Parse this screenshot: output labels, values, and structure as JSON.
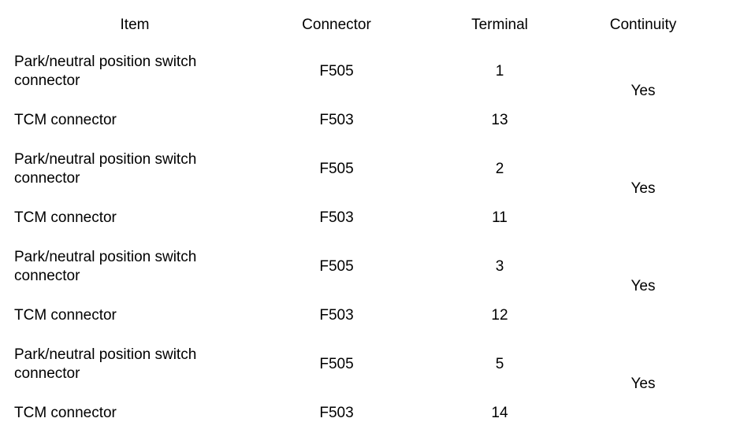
{
  "table": {
    "columns": [
      {
        "key": "item",
        "label": "Item"
      },
      {
        "key": "connector",
        "label": "Connector"
      },
      {
        "key": "terminal",
        "label": "Terminal"
      },
      {
        "key": "continuity",
        "label": "Continuity"
      }
    ],
    "groups": [
      {
        "continuity": "Yes",
        "rows": [
          {
            "item": "Park/neutral position switch connector",
            "connector": "F505",
            "terminal": "1"
          },
          {
            "item": "TCM connector",
            "connector": "F503",
            "terminal": "13"
          }
        ]
      },
      {
        "continuity": "Yes",
        "rows": [
          {
            "item": "Park/neutral position switch connector",
            "connector": "F505",
            "terminal": "2"
          },
          {
            "item": "TCM connector",
            "connector": "F503",
            "terminal": "11"
          }
        ]
      },
      {
        "continuity": "Yes",
        "rows": [
          {
            "item": "Park/neutral position switch connector",
            "connector": "F505",
            "terminal": "3"
          },
          {
            "item": "TCM connector",
            "connector": "F503",
            "terminal": "12"
          }
        ]
      },
      {
        "continuity": "Yes",
        "rows": [
          {
            "item": "Park/neutral position switch connector",
            "connector": "F505",
            "terminal": "5"
          },
          {
            "item": "TCM connector",
            "connector": "F503",
            "terminal": "14"
          }
        ]
      }
    ]
  },
  "colors": {
    "rule": "#000000",
    "text": "#000000",
    "background": "#ffffff"
  }
}
